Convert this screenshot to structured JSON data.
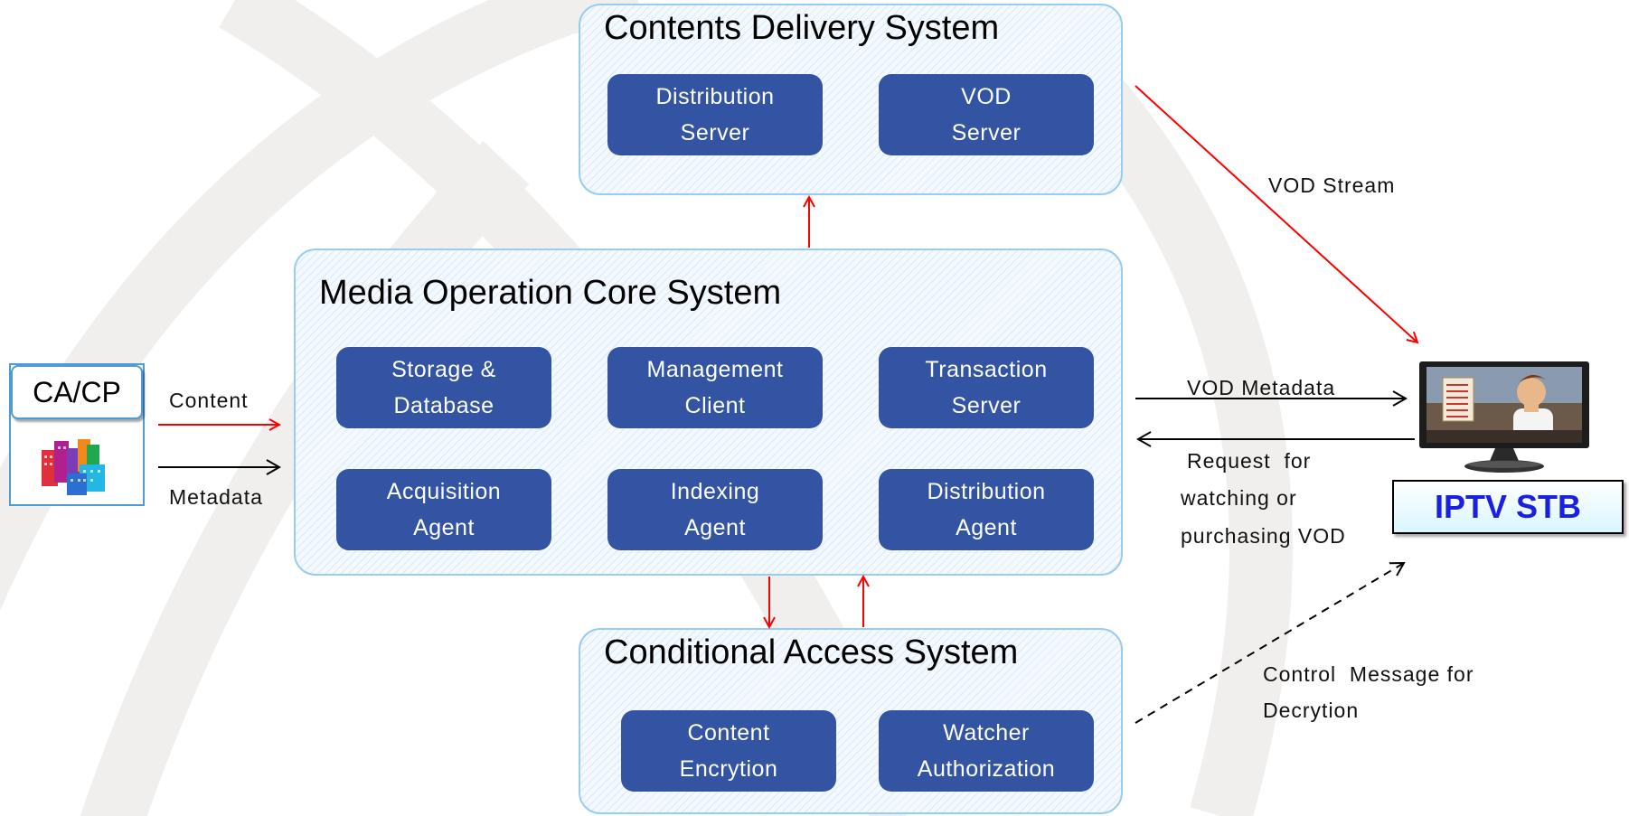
{
  "systems": {
    "cds": {
      "title": "Contents Delivery System",
      "modules": [
        {
          "line1": "Distribution",
          "line2": "Server"
        },
        {
          "line1": "VOD",
          "line2": "Server"
        }
      ]
    },
    "core": {
      "title": "Media Operation Core System",
      "modules": [
        {
          "line1": "Storage &",
          "line2": "Database"
        },
        {
          "line1": "Management",
          "line2": "Client"
        },
        {
          "line1": "Transaction",
          "line2": "Server"
        },
        {
          "line1": "Acquisition",
          "line2": "Agent"
        },
        {
          "line1": "Indexing",
          "line2": "Agent"
        },
        {
          "line1": "Distribution",
          "line2": "Agent"
        }
      ]
    },
    "cas": {
      "title": "Conditional Access System",
      "modules": [
        {
          "line1": "Content",
          "line2": "Encrytion"
        },
        {
          "line1": "Watcher",
          "line2": "Authorization"
        }
      ]
    }
  },
  "cacp": {
    "label": "CA/CP",
    "icon": "buildings-icon"
  },
  "stb": {
    "label": "IPTV STB",
    "icon": "tv-icon"
  },
  "flows": {
    "content": "Content",
    "metadata": "Metadata",
    "vod_stream": "VOD Stream",
    "vod_metadata": "VOD Metadata",
    "request": [
      "Request  for",
      "watching or",
      "purchasing VOD"
    ],
    "control": [
      "Control  Message for",
      "Decrytion"
    ]
  },
  "colors": {
    "module_fill": "#3354a3",
    "system_border": "#99ccf2",
    "flow_red": "#ff0000",
    "flow_black": "#000000",
    "stb_text": "#1a20e0"
  }
}
